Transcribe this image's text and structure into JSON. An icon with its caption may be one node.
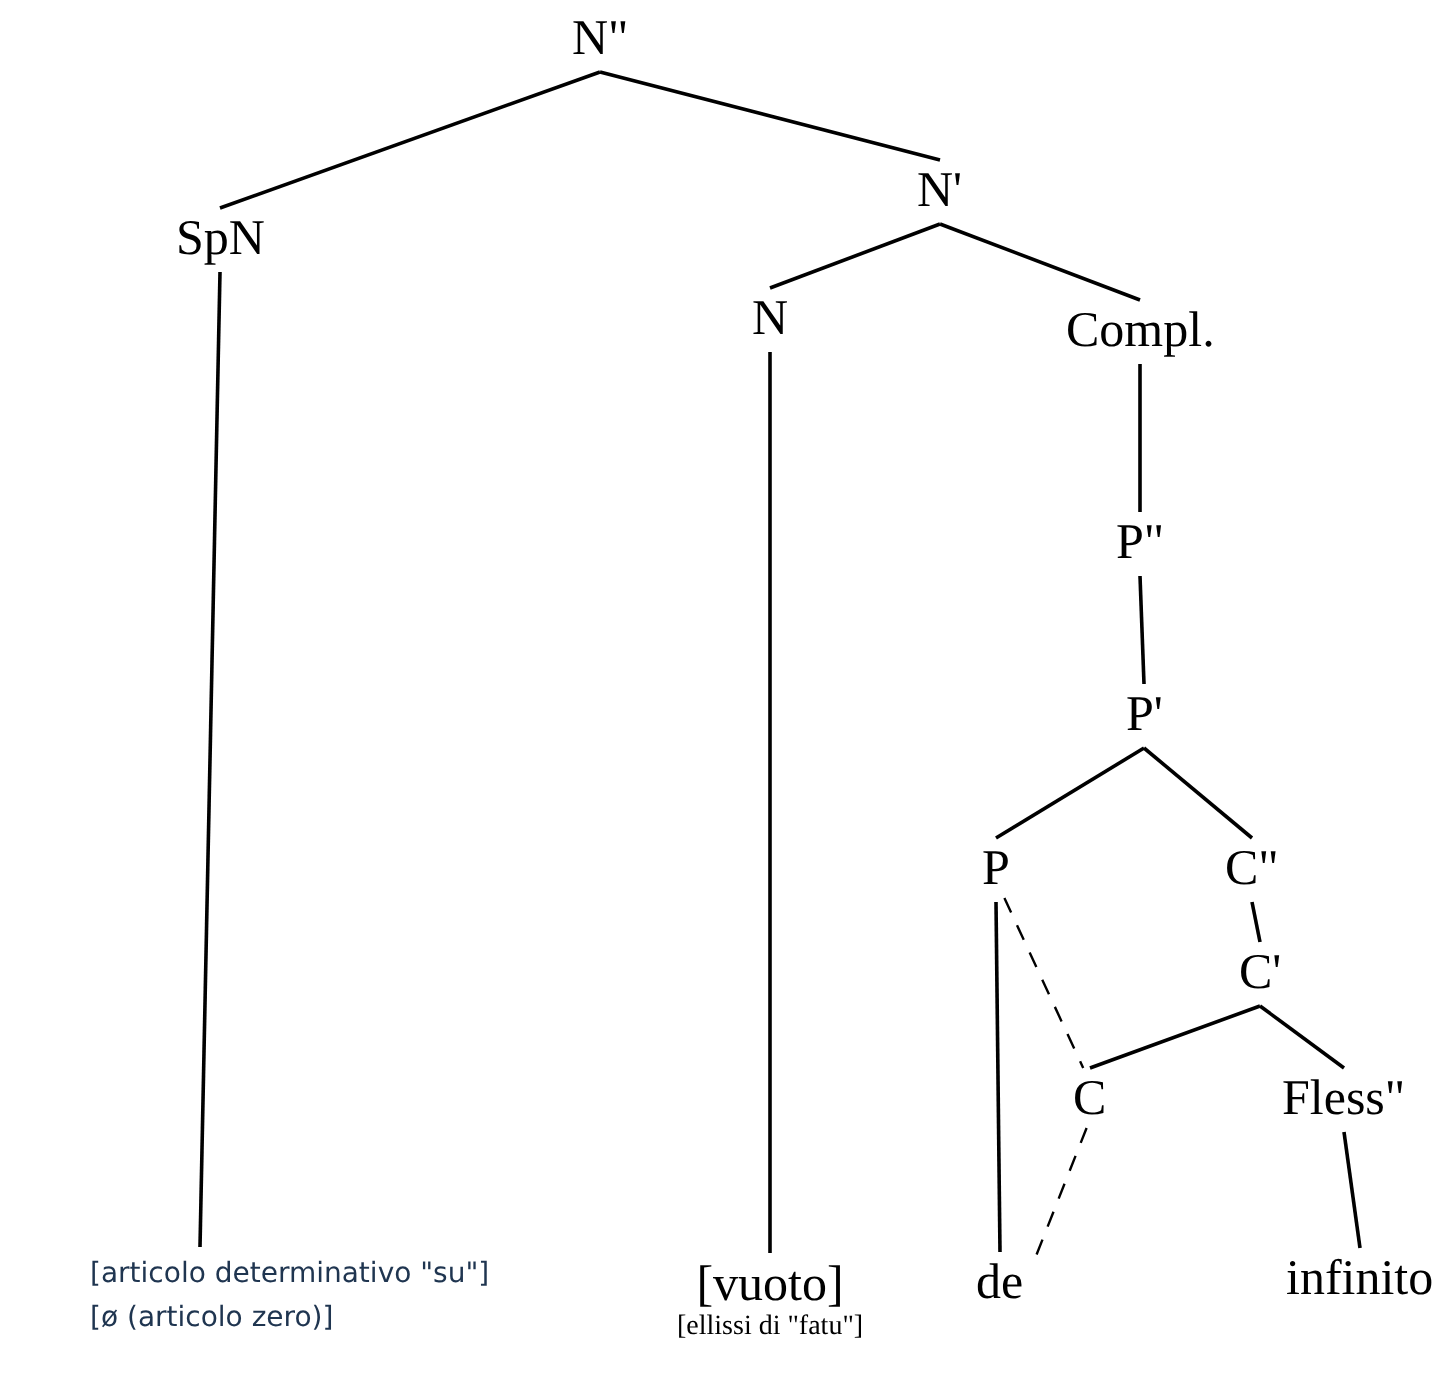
{
  "diagram": {
    "nodes": [
      {
        "text": [
          "N\""
        ]
      },
      {
        "text": [
          "SpN"
        ]
      },
      {
        "text": [
          "N'"
        ]
      },
      {
        "text": [
          "N"
        ]
      },
      {
        "text": [
          "Compl."
        ]
      },
      {
        "text": [
          "P\""
        ]
      },
      {
        "text": [
          "P'"
        ]
      },
      {
        "text": [
          "P"
        ]
      },
      {
        "text": [
          "C\""
        ]
      },
      {
        "text": [
          "C'"
        ]
      },
      {
        "text": [
          "C"
        ]
      },
      {
        "text": [
          "Fless\""
        ]
      },
      {
        "text": [
          "[articolo determinativo \"su\"]",
          "[ø  (articolo zero)]"
        ]
      },
      {
        "text": [
          "[vuoto]",
          "[ellissi di \"fatu\"]"
        ]
      },
      {
        "text": [
          "de"
        ]
      },
      {
        "text": [
          "infinito"
        ]
      }
    ],
    "edges": [
      {
        "from": 0,
        "to": 1,
        "arrow": "none"
      },
      {
        "from": 0,
        "to": 2,
        "arrow": "none"
      },
      {
        "from": 2,
        "to": 3,
        "arrow": "none"
      },
      {
        "from": 2,
        "to": 4,
        "arrow": "none"
      },
      {
        "from": 4,
        "to": 5,
        "arrow": "none"
      },
      {
        "from": 5,
        "to": 6,
        "arrow": "none"
      },
      {
        "from": 6,
        "to": 7,
        "arrow": "none"
      },
      {
        "from": 6,
        "to": 8,
        "arrow": "none"
      },
      {
        "from": 8,
        "to": 9,
        "arrow": "none"
      },
      {
        "from": 9,
        "to": 10,
        "arrow": "none"
      },
      {
        "from": 9,
        "to": 11,
        "arrow": "none"
      },
      {
        "from": 1,
        "to": 12,
        "arrow": "none"
      },
      {
        "from": 3,
        "to": 13,
        "arrow": "none"
      },
      {
        "from": 7,
        "to": 14,
        "arrow": "none"
      },
      {
        "from": 11,
        "to": 15,
        "arrow": "none"
      },
      {
        "from": 7,
        "to": 10,
        "arrow": "none",
        "style": "dashed"
      },
      {
        "from": 10,
        "to": 14,
        "arrow": "none",
        "style": "dashed"
      }
    ]
  }
}
